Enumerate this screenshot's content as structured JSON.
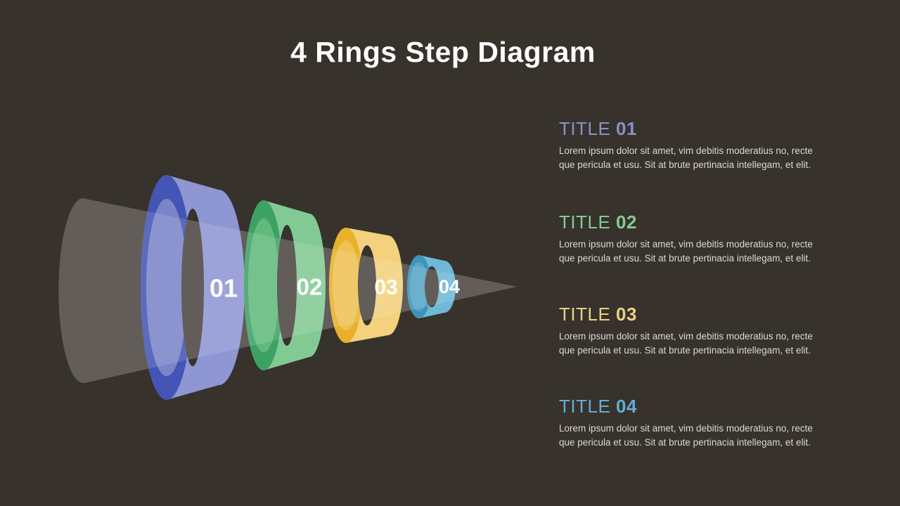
{
  "slide": {
    "title": "4 Rings Step Diagram",
    "background_color": "#37322b"
  },
  "diagram": {
    "cone_color": "#ffffff",
    "rings": [
      {
        "number": "01",
        "color_dark": "#4355b5",
        "color_mid": "#7b85c9",
        "color_light": "#8e96d3"
      },
      {
        "number": "02",
        "color_dark": "#3da163",
        "color_mid": "#62b97b",
        "color_light": "#82ca94"
      },
      {
        "number": "03",
        "color_dark": "#e9b02b",
        "color_mid": "#eec254",
        "color_light": "#f3d17d"
      },
      {
        "number": "04",
        "color_dark": "#3d93b8",
        "color_mid": "#55a6c6",
        "color_light": "#6fb8d6"
      }
    ]
  },
  "sections": [
    {
      "title_word": "TITLE",
      "title_number": "01",
      "color": "#8a90c9",
      "body_line1": "Lorem ipsum dolor sit amet, vim debitis moderatius no, recte",
      "body_line2": "que pericula et usu. Sit at brute pertinacia intellegam, et elit."
    },
    {
      "title_word": "TITLE",
      "title_number": "02",
      "color": "#85c997",
      "body_line1": "Lorem ipsum dolor sit amet, vim debitis moderatius no, recte",
      "body_line2": "que pericula et usu. Sit at brute pertinacia intellegam, et elit."
    },
    {
      "title_word": "TITLE",
      "title_number": "03",
      "color": "#eccf86",
      "body_line1": "Lorem ipsum dolor sit amet, vim debitis moderatius no, recte",
      "body_line2": "que pericula et usu. Sit at brute pertinacia intellegam, et elit."
    },
    {
      "title_word": "TITLE",
      "title_number": "04",
      "color": "#62aed4",
      "body_line1": "Lorem ipsum dolor sit amet, vim debitis moderatius no, recte",
      "body_line2": "que pericula et usu. Sit at brute pertinacia intellegam, et elit."
    }
  ]
}
